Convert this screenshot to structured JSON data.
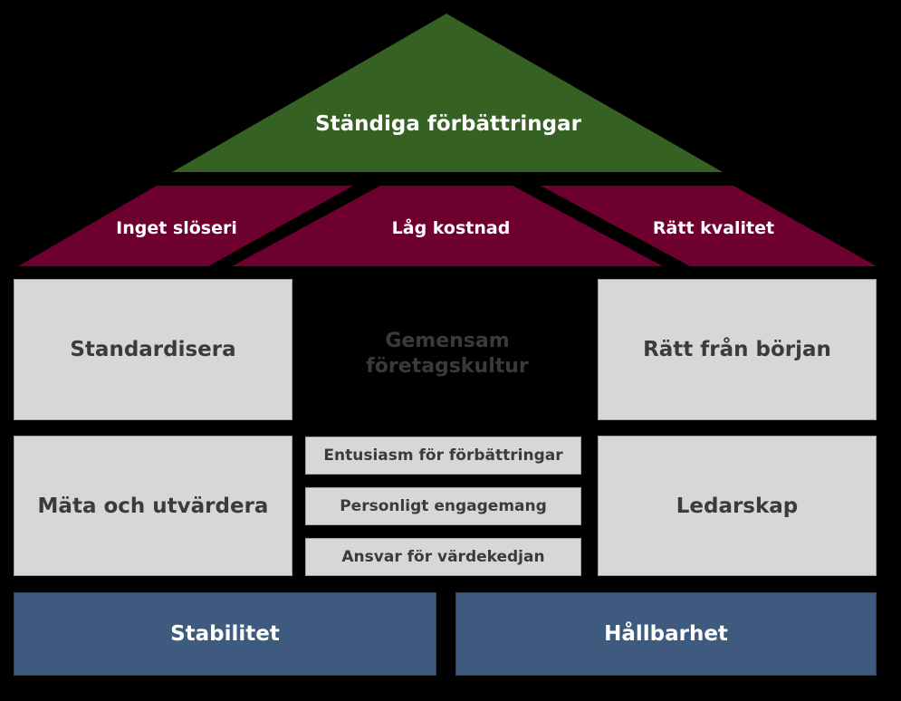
{
  "roof": {
    "title": "Ständiga förbättringar",
    "color": "#356122"
  },
  "beams": {
    "color": "#6e0030",
    "left": "Inget slöseri",
    "center": "Låg kostnad",
    "right": "Rätt kvalitet"
  },
  "pillars": {
    "top_left": "Standardisera",
    "top_right": "Rätt från början",
    "bottom_left": "Mäta och utvärdera",
    "bottom_right": "Ledarskap"
  },
  "center": {
    "culture_line1": "Gemensam",
    "culture_line2": "företagskultur",
    "items": [
      "Entusiasm för förbättringar",
      "Personligt engagemang",
      "Ansvar för värdekedjan"
    ]
  },
  "foundation": {
    "color": "#3e5a7e",
    "left": "Stabilitet",
    "right": "Hållbarhet"
  }
}
